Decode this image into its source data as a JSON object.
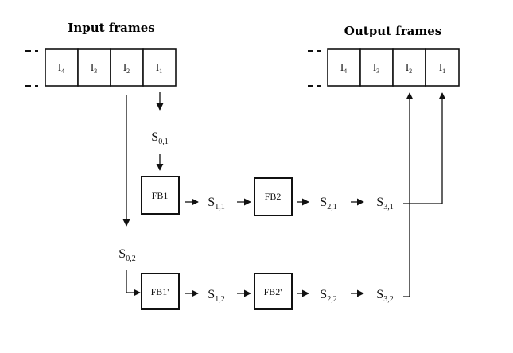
{
  "input_title": "Input frames",
  "output_title": "Output frames",
  "frames": {
    "f4": {
      "base": "I",
      "sub": "4"
    },
    "f3": {
      "base": "I",
      "sub": "3"
    },
    "f2": {
      "base": "I",
      "sub": "2"
    },
    "f1": {
      "base": "I",
      "sub": "1"
    }
  },
  "blocks": {
    "fb1": "FB1",
    "fb2": "FB2",
    "fb1p": "FB1'",
    "fb2p": "FB2'"
  },
  "signals": {
    "s01": {
      "base": "S",
      "sub": "0,1"
    },
    "s02": {
      "base": "S",
      "sub": "0,2"
    },
    "s11": {
      "base": "S",
      "sub": "1,1"
    },
    "s21": {
      "base": "S",
      "sub": "2,1"
    },
    "s31": {
      "base": "S",
      "sub": "3,1"
    },
    "s12": {
      "base": "S",
      "sub": "1,2"
    },
    "s22": {
      "base": "S",
      "sub": "2,2"
    },
    "s32": {
      "base": "S",
      "sub": "3,2"
    }
  }
}
